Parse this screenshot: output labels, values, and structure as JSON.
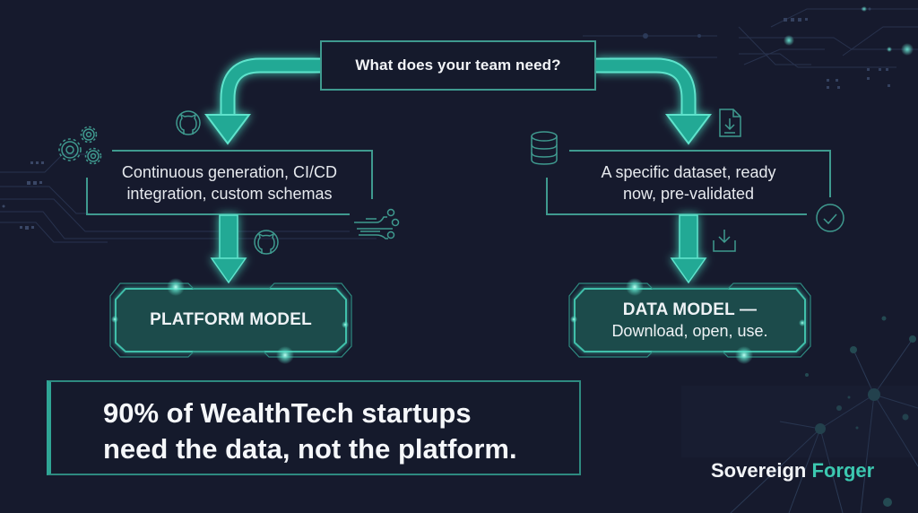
{
  "question": {
    "label": "What does your team need?"
  },
  "options": {
    "left": {
      "line1": "Continuous generation, CI/CD",
      "line2": "integration, custom schemas",
      "icons": [
        "github-icon",
        "gears-icon",
        "circuit-icon",
        "github-icon"
      ]
    },
    "right": {
      "line1": "A specific dataset, ready",
      "line2": "now, pre-validated",
      "icons": [
        "file-download-icon",
        "database-icon",
        "check-circle-icon",
        "download-icon"
      ]
    }
  },
  "outcomes": {
    "platform": {
      "title": "PLATFORM MODEL"
    },
    "data": {
      "title": "DATA MODEL —",
      "subtitle": "Download, open, use."
    }
  },
  "callout": {
    "line1": "90% of WealthTech startups",
    "line2": "need the data, not the platform."
  },
  "brand": {
    "word1": "Sovereign",
    "word2": "Forger"
  },
  "colors": {
    "background": "#161a2d",
    "accent": "#2fb8a3",
    "accent_light": "#5fe3cc",
    "outline": "#3f9a8f",
    "text": "#f2f4f7",
    "brand_accent": "#3cc8b0"
  }
}
